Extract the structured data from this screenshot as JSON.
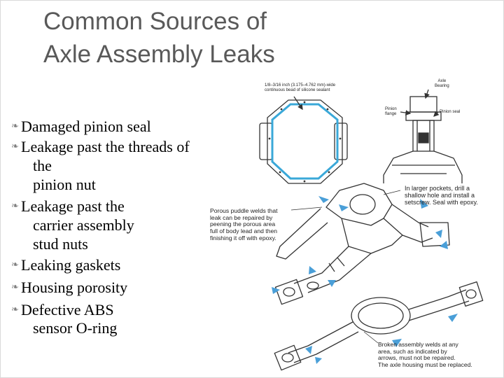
{
  "slide": {
    "title_line1": "Common Sources of",
    "title_line2": "Axle Assembly Leaks",
    "bullets": [
      {
        "first": "Damaged pinion seal",
        "rest": []
      },
      {
        "first": "Leakage past the threads of",
        "rest": [
          "the",
          "pinion nut"
        ]
      },
      {
        "first": "Leakage past the",
        "rest": [
          "carrier assembly",
          "stud nuts"
        ]
      },
      {
        "first": "Leaking gaskets",
        "rest": []
      },
      {
        "first": "Housing porosity",
        "rest": []
      },
      {
        "first": "Defective ABS",
        "rest": [
          "sensor O-ring"
        ]
      }
    ]
  },
  "figure": {
    "cover_note": [
      "1/8–3/16 inch (3.175–4.762 mm)-wide",
      "continuous bead of silicone sealant"
    ],
    "pinion_labels": {
      "bearing": [
        "Axle",
        "Bearing"
      ],
      "flange": [
        "Pinion",
        "flange"
      ],
      "seal": "Pinion seal"
    },
    "pocket_note": [
      "In larger pockets, drill a",
      "shallow hole and install a",
      "setscrew. Seal with epoxy."
    ],
    "porous_note": [
      "Porous puddle welds that",
      "leak can be repaired by",
      "peening the porous area",
      "full of body lead and then",
      "finishing it off with epoxy."
    ],
    "broken_note": [
      "Broken assembly welds at any",
      "area, such as indicated by",
      "arrows, must not be repaired.",
      "The axle housing must be replaced."
    ]
  },
  "colors": {
    "title": "#595959",
    "bullet_mark": "#7f7f7f",
    "sealant": "#3aa8d8",
    "arrow": "#4a9fd8",
    "line": "#333333"
  }
}
